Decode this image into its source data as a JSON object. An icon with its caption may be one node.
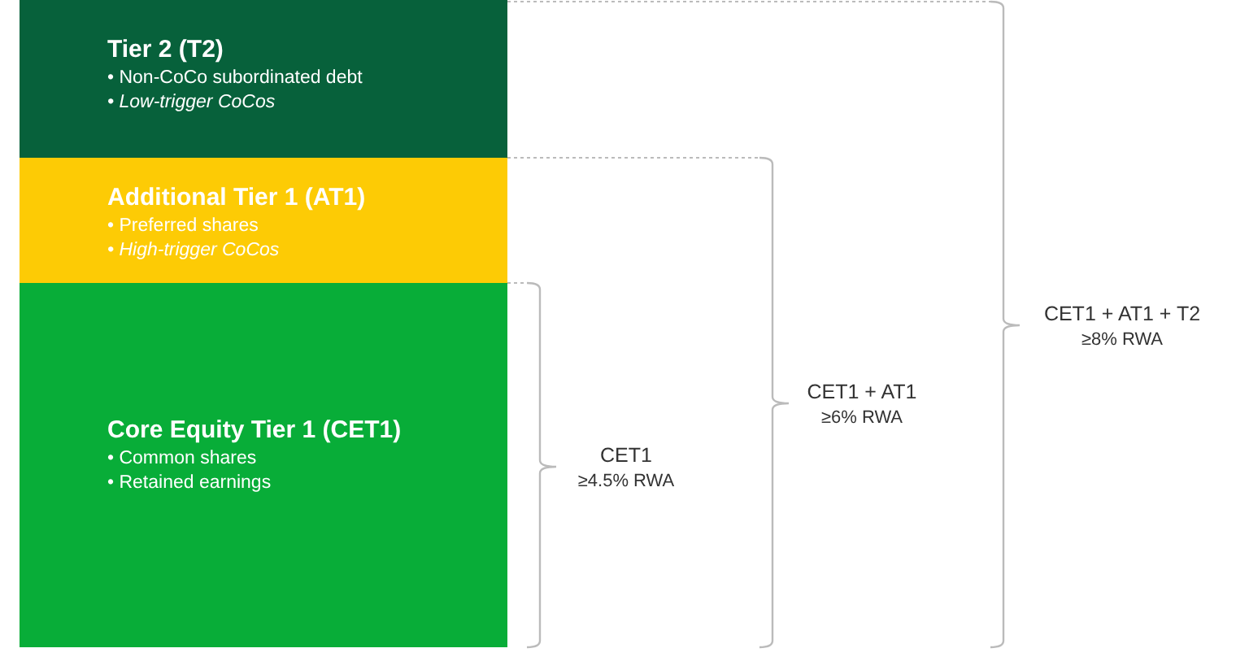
{
  "diagram": {
    "nodes": [
      {
        "text": [
          "Tier 2 (T2)",
          "• Non-CoCo subordinated debt",
          "• Low-trigger CoCos"
        ]
      },
      {
        "text": [
          "Additional Tier 1 (AT1)",
          "• Preferred shares",
          "• High-trigger CoCos"
        ]
      },
      {
        "text": [
          "Core Equity Tier 1 (CET1)",
          "• Common shares",
          "• Retained earnings"
        ]
      }
    ],
    "labels": [
      "CET1 + AT1 + T2",
      "≥8% RWA",
      "CET1 + AT1",
      "≥6% RWA",
      "CET1",
      "≥4.5% RWA"
    ]
  }
}
